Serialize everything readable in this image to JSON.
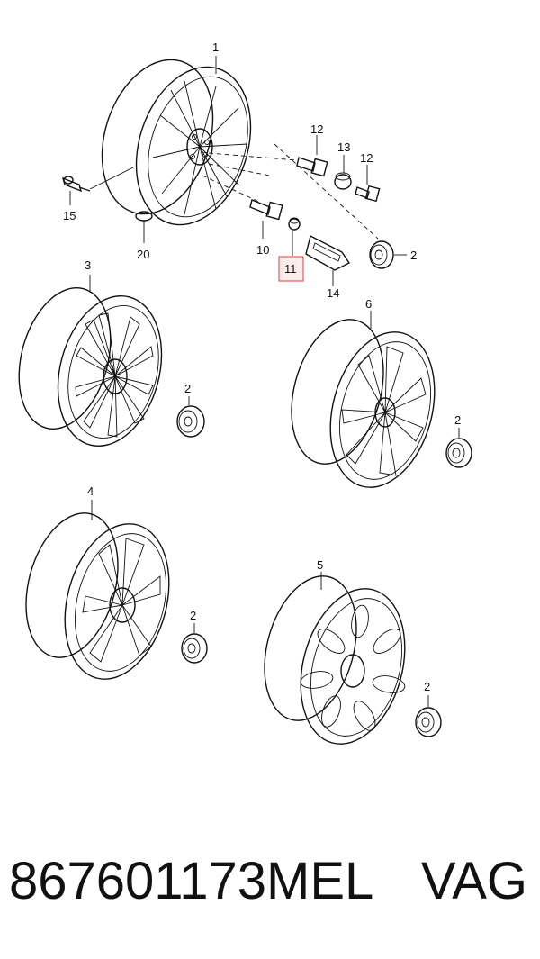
{
  "diagram": {
    "callouts": {
      "wheel_1": "1",
      "cap_2a": "2",
      "cap_2b": "2",
      "cap_2c": "2",
      "cap_2d": "2",
      "cap_2e": "2",
      "wheel_3": "3",
      "wheel_4": "4",
      "wheel_5": "5",
      "wheel_6": "6",
      "bolt_10": "10",
      "cap_11": "11",
      "bolt_12a": "12",
      "bolt_12b": "12",
      "cap_13": "13",
      "key_14": "14",
      "valve_15": "15",
      "ring_20": "20"
    },
    "highlighted_callout": "11",
    "highlight_color": "#e35b5b"
  },
  "footer": {
    "part_number": "867601173MEL",
    "brand": "VAG"
  }
}
